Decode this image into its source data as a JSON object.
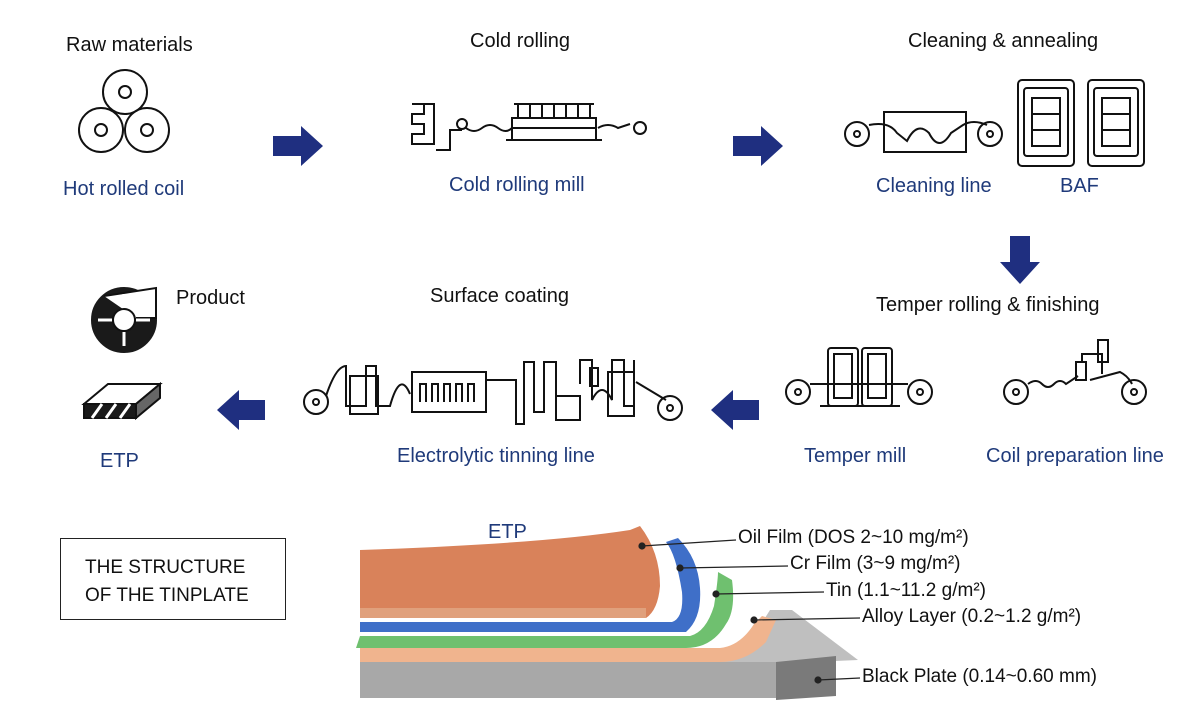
{
  "stages": {
    "raw": "Raw materials",
    "cold": "Cold rolling",
    "cleaning": "Cleaning & annealing",
    "temper": "Temper rolling & finishing",
    "surface": "Surface coating",
    "product": "Product"
  },
  "equipment": {
    "hot_coil": "Hot rolled coil",
    "cold_mill": "Cold rolling mill",
    "cleaning_line": "Cleaning line",
    "baf": "BAF",
    "coil_prep": "Coil preparation line",
    "temper_mill": "Temper mill",
    "tinning_line": "Electrolytic tinning line",
    "etp": "ETP"
  },
  "structure": {
    "title_line1": "THE STRUCTURE",
    "title_line2": "OF THE TINPLATE",
    "etp_label": "ETP",
    "layers": [
      {
        "label": "Oil Film (DOS 2~10 mg/m²)",
        "color": "#d9825a"
      },
      {
        "label": "Cr Film (3~9 mg/m²)",
        "color": "#3f6fc8"
      },
      {
        "label": "Tin (1.1~11.2 g/m²)",
        "color": "#6fc06f"
      },
      {
        "label": "Alloy Layer (0.2~1.2 g/m²)",
        "color": "#f0b48e"
      },
      {
        "label": "Black Plate (0.14~0.60 mm)",
        "color": "#9a9a9a"
      }
    ]
  },
  "colors": {
    "arrow": "#1f2f80",
    "equipment_text": "#1f3a7a"
  }
}
